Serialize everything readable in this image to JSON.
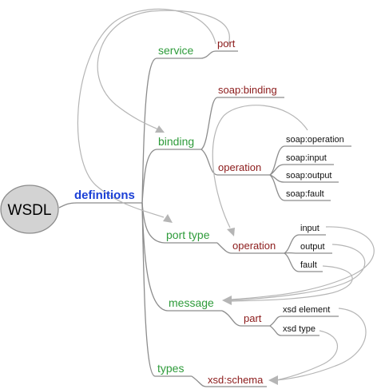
{
  "root": {
    "label": "WSDL"
  },
  "definitions": {
    "label": "definitions"
  },
  "service": {
    "label": "service",
    "children": {
      "port": "port"
    }
  },
  "binding": {
    "label": "binding",
    "soap_binding": "soap:binding",
    "operation": {
      "label": "operation",
      "children": [
        "soap:operation",
        "soap:input",
        "soap:output",
        "soap:fault"
      ]
    }
  },
  "port_type": {
    "label": "port type",
    "operation": {
      "label": "operation",
      "children": [
        "input",
        "output",
        "fault"
      ]
    }
  },
  "message": {
    "label": "message",
    "part": {
      "label": "part",
      "children": [
        "xsd element",
        "xsd type"
      ]
    }
  },
  "types": {
    "label": "types",
    "schema": "xsd:schema"
  },
  "colors": {
    "level1": "#1a3fd6",
    "level2": "#2e9b3a",
    "level3": "#8b1a1a",
    "level4": "#111111",
    "root_fill": "#d3d3d3",
    "connector": "#8c8c8c",
    "reference_arrow": "#b5b5b5"
  }
}
